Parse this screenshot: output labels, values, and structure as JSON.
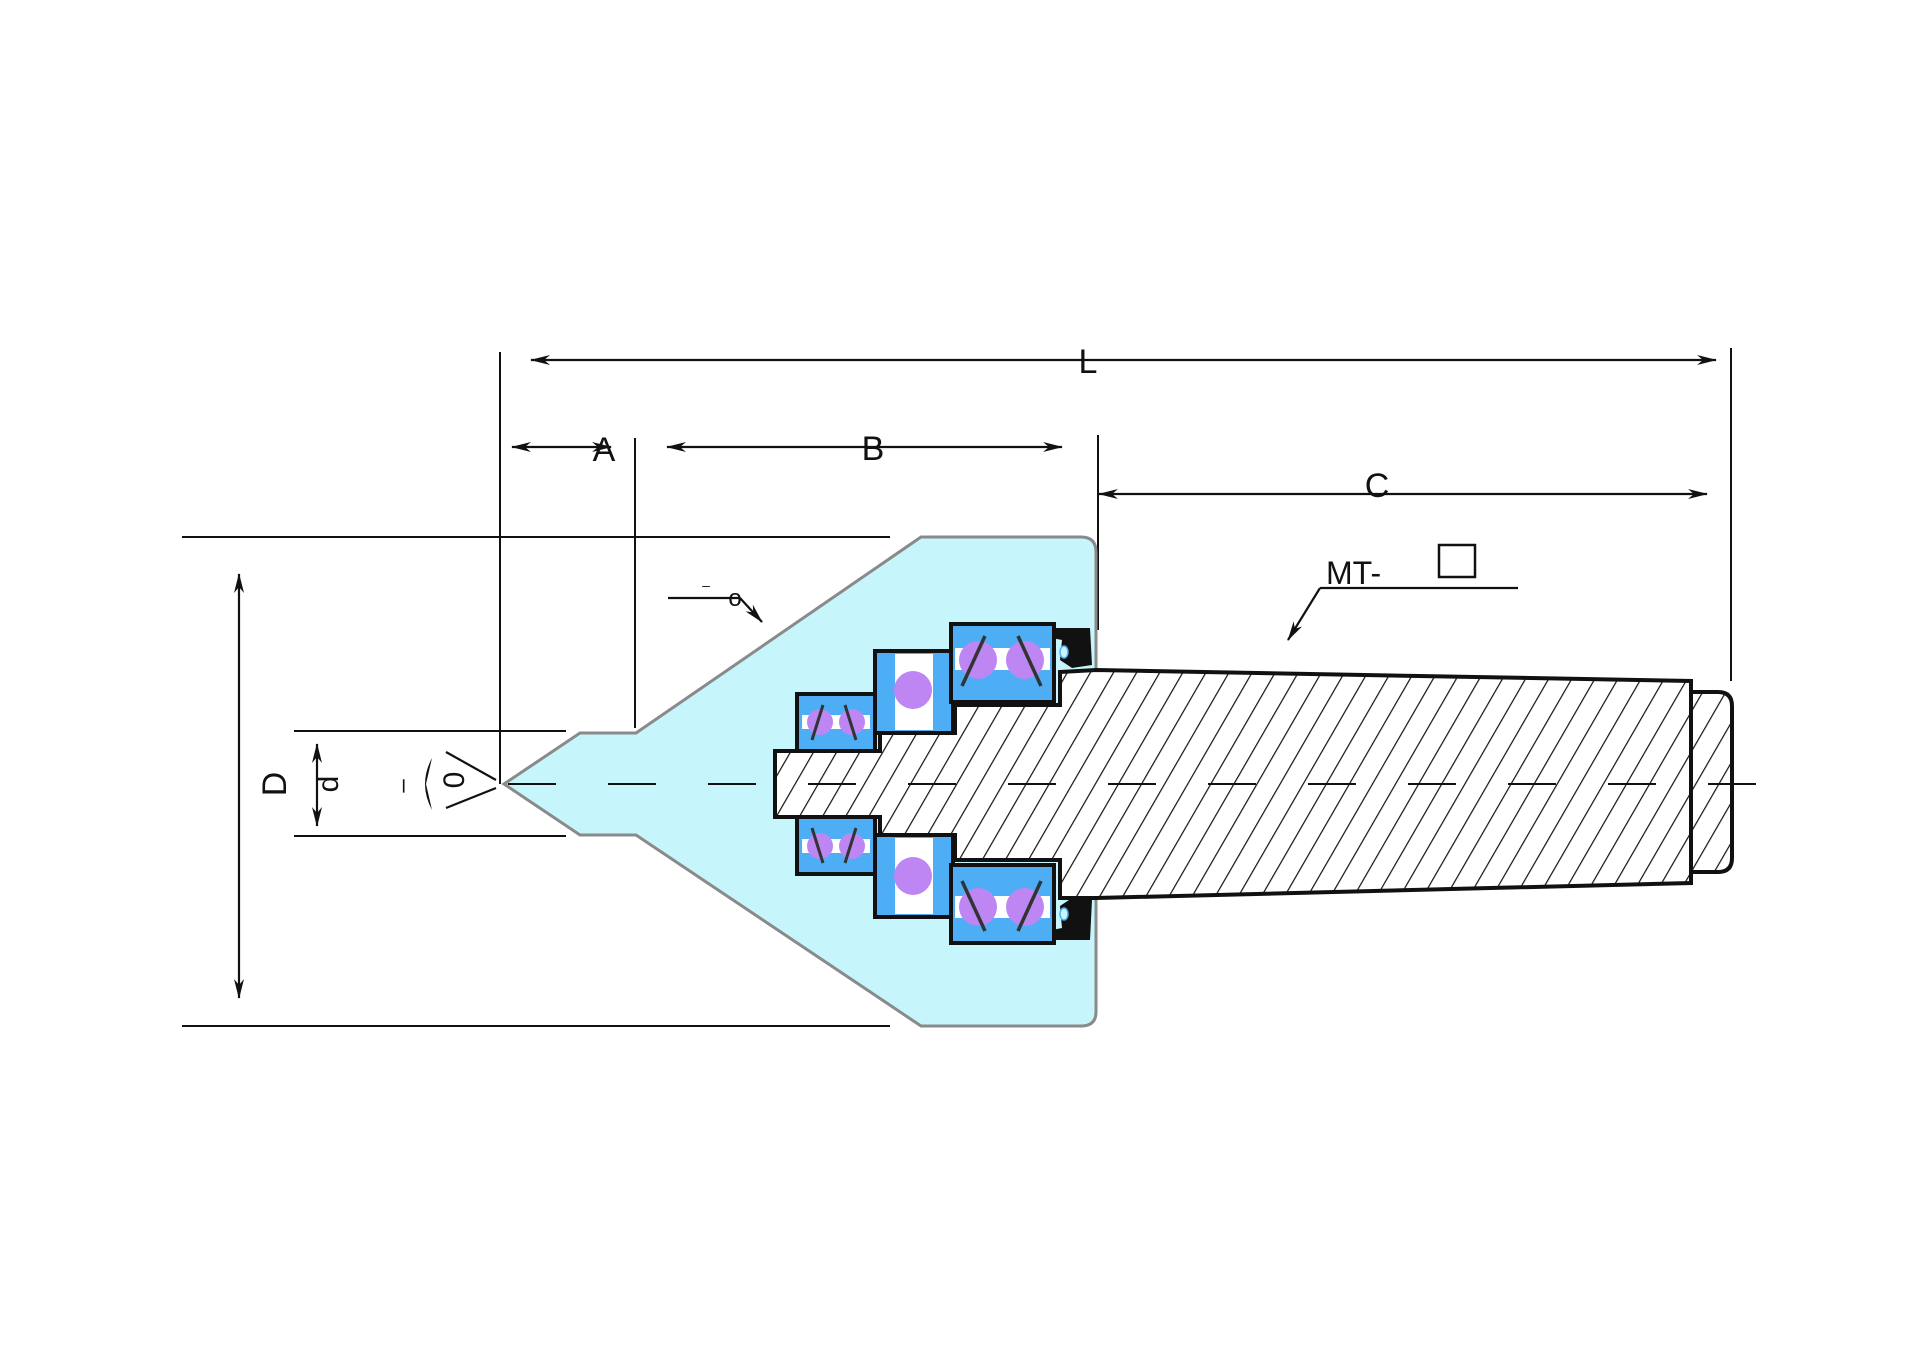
{
  "diagram": {
    "title": "Live center (revolving center) dimension drawing",
    "labels": {
      "L": "L",
      "A": "A",
      "B": "B",
      "C": "C",
      "D": "D",
      "d": "d",
      "tip_angle": "0",
      "tip_angle_dash": "–",
      "body_angle": "o",
      "body_angle_dash": "–",
      "mt": "MT-",
      "mt_size_box": ""
    },
    "colors": {
      "body": "#c6f6fb",
      "body_outline": "#8a8a8a",
      "bearing": "#4daef6",
      "ball": "#bd86f2",
      "line": "#111111"
    },
    "components": [
      "conical body",
      "taper shank (Morse taper)",
      "angular contact bearings",
      "needle/roller bearing",
      "seal"
    ]
  }
}
